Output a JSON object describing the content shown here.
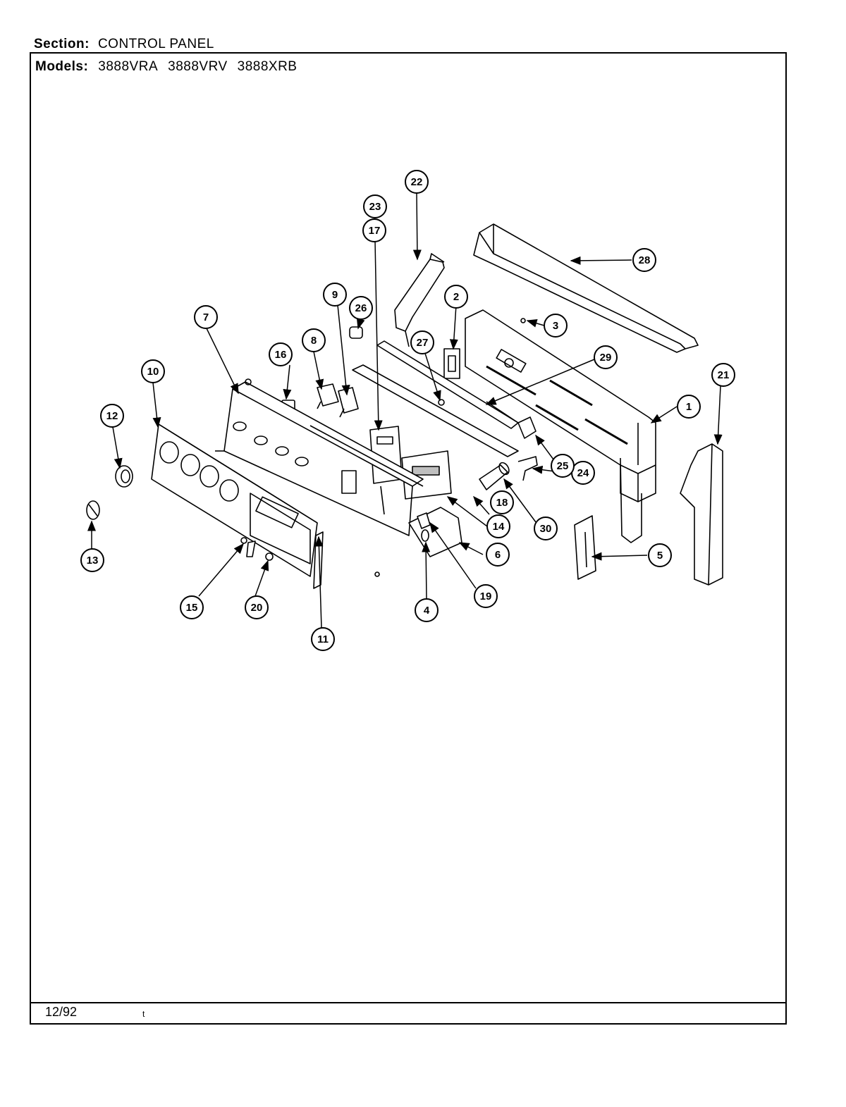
{
  "header": {
    "section_label": "Section:",
    "section_value": "CONTROL PANEL",
    "models_label": "Models:",
    "models": [
      "3888VRA",
      "3888VRV",
      "3888XRB"
    ]
  },
  "footer": {
    "date": "12/92",
    "mark": "t"
  },
  "diagram": {
    "callouts": [
      "1",
      "2",
      "3",
      "4",
      "5",
      "6",
      "7",
      "8",
      "9",
      "10",
      "11",
      "12",
      "13",
      "14",
      "15",
      "16",
      "17",
      "18",
      "19",
      "20",
      "21",
      "22",
      "23",
      "24",
      "25",
      "26",
      "27",
      "28",
      "29",
      "30"
    ]
  }
}
